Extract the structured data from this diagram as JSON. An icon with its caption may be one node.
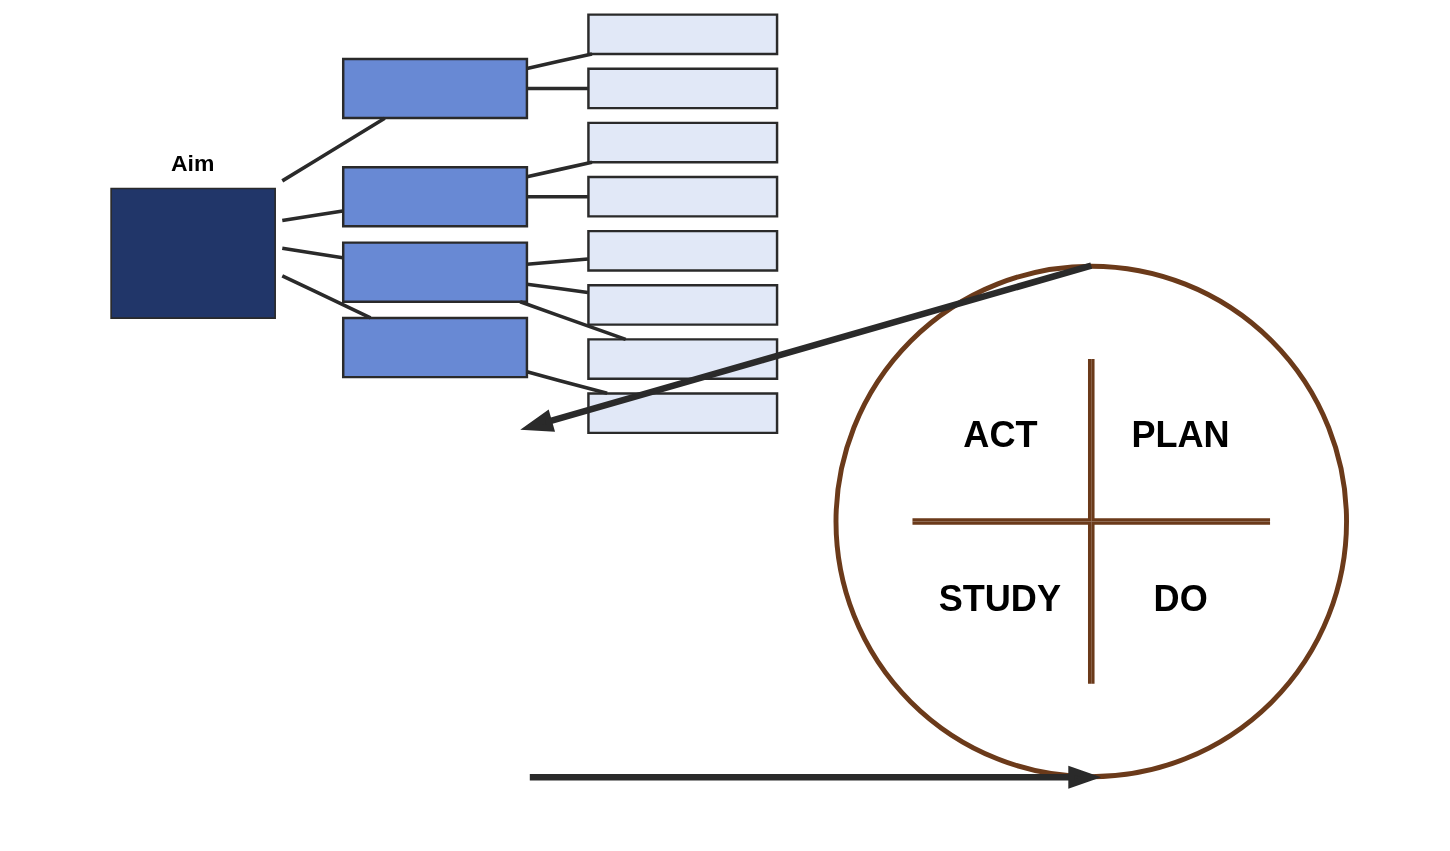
{
  "diagram": {
    "nodes": [
      {
        "text": [
          "Aim"
        ]
      },
      {
        "text": [],
        "shape": "box"
      },
      {
        "text": [],
        "shape": "box"
      },
      {
        "text": [],
        "shape": "box"
      },
      {
        "text": [],
        "shape": "box"
      },
      {
        "text": [],
        "shape": "box"
      },
      {
        "text": [],
        "shape": "box"
      },
      {
        "text": [],
        "shape": "box"
      },
      {
        "text": [],
        "shape": "box"
      },
      {
        "text": [],
        "shape": "box"
      },
      {
        "text": [],
        "shape": "box"
      },
      {
        "text": [],
        "shape": "box"
      },
      {
        "text": [],
        "shape": "box"
      },
      {
        "text": [
          "ACT",
          "PLAN",
          "STUDY",
          "DO"
        ]
      }
    ],
    "edges": [
      {
        "from": 0,
        "to": 1,
        "arrow": "none"
      },
      {
        "from": 0,
        "to": 2,
        "arrow": "none"
      },
      {
        "from": 0,
        "to": 3,
        "arrow": "none"
      },
      {
        "from": 0,
        "to": 4,
        "arrow": "none"
      },
      {
        "from": 1,
        "to": 5,
        "arrow": "none"
      },
      {
        "from": 1,
        "to": 6,
        "arrow": "none"
      },
      {
        "from": 2,
        "to": 7,
        "arrow": "none"
      },
      {
        "from": 2,
        "to": 8,
        "arrow": "none"
      },
      {
        "from": 3,
        "to": 9,
        "arrow": "none"
      },
      {
        "from": 3,
        "to": 10,
        "arrow": "none"
      },
      {
        "from": 3,
        "to": 11,
        "arrow": "none"
      },
      {
        "from": 4,
        "to": 12,
        "arrow": "none"
      },
      {
        "from": 13,
        "to": null,
        "arrow": "to",
        "style": "thick"
      },
      {
        "from": null,
        "to": 13,
        "arrow": "to",
        "style": "thick"
      }
    ]
  }
}
